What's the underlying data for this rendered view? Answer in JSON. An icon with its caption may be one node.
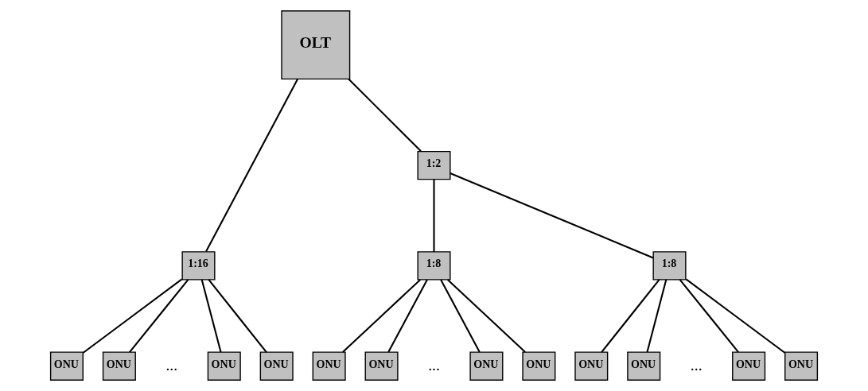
{
  "diagram": {
    "nodes": [
      {
        "text": [
          "OLT"
        ]
      },
      {
        "text": [
          "1:16"
        ]
      },
      {
        "text": [
          "1:2"
        ]
      },
      {
        "text": [
          "1:8"
        ]
      },
      {
        "text": [
          "1:8"
        ]
      },
      {
        "text": [
          "ONU"
        ]
      },
      {
        "text": [
          "ONU"
        ]
      },
      {
        "text": [
          "ONU"
        ]
      },
      {
        "text": [
          "ONU"
        ]
      },
      {
        "text": [
          "ONU"
        ]
      },
      {
        "text": [
          "ONU"
        ]
      },
      {
        "text": [
          "ONU"
        ]
      },
      {
        "text": [
          "ONU"
        ]
      },
      {
        "text": [
          "ONU"
        ]
      },
      {
        "text": [
          "ONU"
        ]
      },
      {
        "text": [
          "ONU"
        ]
      },
      {
        "text": [
          "ONU"
        ]
      }
    ],
    "edges": [
      {
        "from": 0,
        "to": 1,
        "arrow": "none"
      },
      {
        "from": 0,
        "to": 2,
        "arrow": "none"
      },
      {
        "from": 2,
        "to": 3,
        "arrow": "none"
      },
      {
        "from": 2,
        "to": 4,
        "arrow": "none"
      },
      {
        "from": 1,
        "to": 5,
        "arrow": "none"
      },
      {
        "from": 1,
        "to": 6,
        "arrow": "none"
      },
      {
        "from": 1,
        "to": 7,
        "arrow": "none"
      },
      {
        "from": 1,
        "to": 8,
        "arrow": "none"
      },
      {
        "from": 3,
        "to": 9,
        "arrow": "none"
      },
      {
        "from": 3,
        "to": 10,
        "arrow": "none"
      },
      {
        "from": 3,
        "to": 11,
        "arrow": "none"
      },
      {
        "from": 3,
        "to": 12,
        "arrow": "none"
      },
      {
        "from": 4,
        "to": 13,
        "arrow": "none"
      },
      {
        "from": 4,
        "to": 14,
        "arrow": "none"
      },
      {
        "from": 4,
        "to": 15,
        "arrow": "none"
      },
      {
        "from": 4,
        "to": 16,
        "arrow": "none"
      }
    ],
    "labels": [
      "...",
      "...",
      "..."
    ]
  }
}
